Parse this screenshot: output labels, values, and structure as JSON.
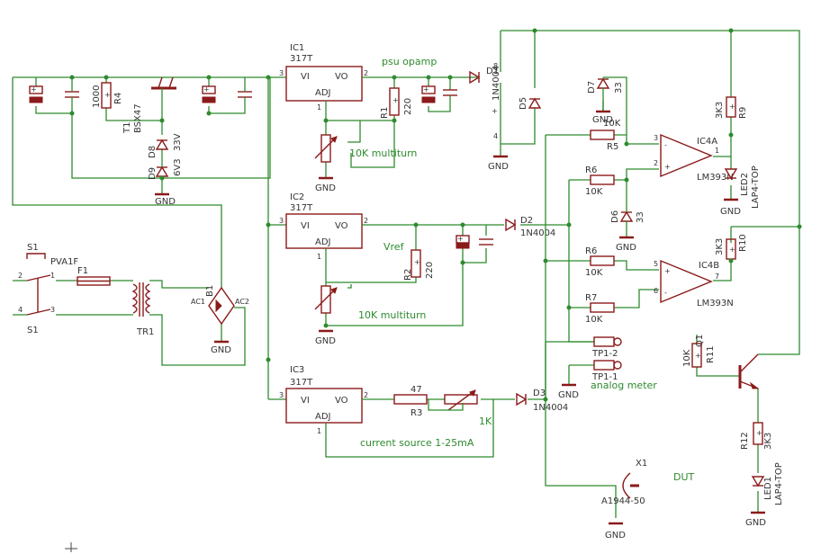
{
  "ic1": {
    "name": "IC1",
    "type": "317T",
    "vi": "VI",
    "vo": "VO",
    "adj": "ADJ",
    "pin3": "3",
    "pin2": "2",
    "pin1": "1"
  },
  "ic2": {
    "name": "IC2",
    "type": "317T",
    "vi": "VI",
    "vo": "VO",
    "adj": "ADJ",
    "pin3": "3",
    "pin2": "2",
    "pin1": "1"
  },
  "ic3": {
    "name": "IC3",
    "type": "317T",
    "vi": "VI",
    "vo": "VO",
    "adj": "ADJ",
    "pin3": "3",
    "pin2": "2",
    "pin1": "1"
  },
  "notes": {
    "psu_opamp": "psu opamp",
    "multiturn1": "10K multiturn",
    "vref": "Vref",
    "multiturn2": "10K multiturn",
    "current_source": "current source 1-25mA",
    "analog_meter": "analog meter",
    "dut": "DUT",
    "trim_1k": "1K"
  },
  "parts": {
    "r4": "R4",
    "r4v": "1000",
    "t1": "T1",
    "t1v": "BSX47",
    "d8": "D8",
    "d8v": "33V",
    "d9": "D9",
    "d9v": "6V3",
    "r1": "R1",
    "r1v": "220",
    "d1": "D1",
    "d1v": "1N4004",
    "d5": "D5",
    "d7": "D7",
    "d7v": "33",
    "r5": "R5",
    "r5v": "10K",
    "r6a": "R6",
    "r6av": "10K",
    "d6": "D6",
    "d6v": "33",
    "r6b": "R6",
    "r6bv": "10K",
    "r7": "R7",
    "r7v": "10K",
    "r9": "R9",
    "r9v": "3K3",
    "led2": "LED2",
    "led2v": "LAP4-TOP",
    "ic4a": "IC4A",
    "ic4av": "LM393N",
    "r10": "R10",
    "r10v": "3K3",
    "ic4b": "IC4B",
    "ic4bv": "LM393N",
    "r2": "R2",
    "r2v": "220",
    "d2": "D2",
    "d2v": "1N4004",
    "r3": "R3",
    "r3v": "47",
    "d3": "D3",
    "d3v": "1N4004",
    "r11": "R11",
    "r11v": "10K",
    "q1": "Q1",
    "r12": "R12",
    "r12v": "3K3",
    "led1": "LED1",
    "led1v": "LAP4-TOP",
    "tp12": "TP1-2",
    "tp11": "TP1-1",
    "x1": "X1",
    "x1v": "A1944-50",
    "s1a": "S1",
    "s1b": "S1",
    "s1v": "PVA1F",
    "f1": "F1",
    "tr1": "TR1",
    "b1": "B1",
    "ac1": "AC1",
    "ac2": "AC2"
  },
  "pins": {
    "p8": "8",
    "p4": "4",
    "p1": "1",
    "p2": "2",
    "p3": "3",
    "p5": "5",
    "p6": "6",
    "p7": "7",
    "minus": "-",
    "plus": "+"
  },
  "gnd": "GND"
}
